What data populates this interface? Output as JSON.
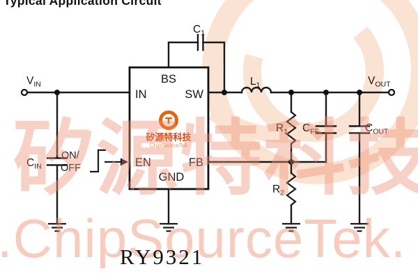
{
  "title": "Typical Application Circuit",
  "part_number": "RY9321",
  "ic": {
    "pins": {
      "bs": "BS",
      "in": "IN",
      "sw": "SW",
      "en": "EN",
      "fb": "FB",
      "gnd": "GND"
    },
    "logo": {
      "cn": "矽源特科技",
      "en": "ChipSourceTek"
    }
  },
  "labels": {
    "vin": {
      "main": "V",
      "sub": "IN"
    },
    "vout": {
      "main": "V",
      "sub": "OUT"
    },
    "cin": {
      "main": "C",
      "sub": "IN"
    },
    "cout": {
      "main": "C",
      "sub": "OUT"
    },
    "cff": {
      "main": "C",
      "sub": "FF"
    },
    "c1": {
      "main": "C",
      "sub": "1"
    },
    "l1": {
      "main": "L",
      "sub": "1"
    },
    "r1": {
      "main": "R",
      "sub": "1"
    },
    "r2": {
      "main": "R",
      "sub": "2"
    },
    "on_off_line1": "ON/",
    "on_off_line2": "OFF"
  },
  "watermark": {
    "cn": "矽源特科技",
    "en": ".ChipSourceTek."
  },
  "colors": {
    "wire": "#1a1a1a",
    "logo_orange": "#e2660f",
    "logo_text_red": "#cf4612",
    "watermark_salmon": "#ef8f72"
  }
}
